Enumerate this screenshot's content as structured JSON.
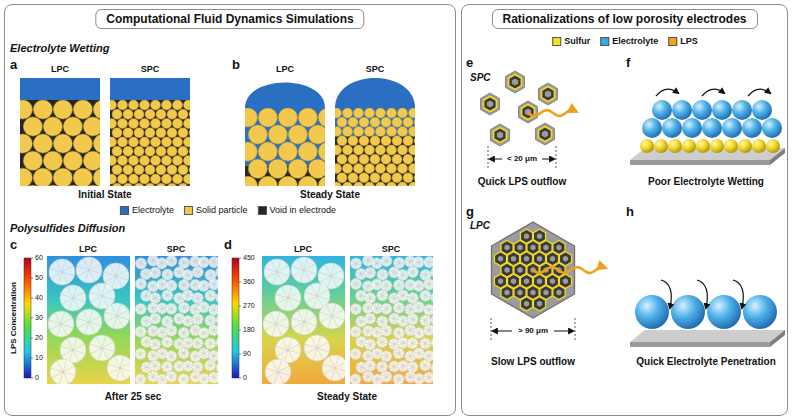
{
  "diagram": {
    "nodes": [
      {
        "text": [
          "Computational Fluid Dynamics Simulations"
        ]
      },
      {
        "text": [
          "Rationalizations of low porosity electrodes"
        ]
      }
    ],
    "labels": [
      "Electrolyte Wetting",
      "a",
      "LPC",
      "SPC",
      "Initial State",
      "b",
      "LPC",
      "SPC",
      "Steady State",
      "Polysulfides Diffusion",
      "c",
      "LPS Concentration",
      "60",
      "50",
      "40",
      "30",
      "20",
      "10",
      "0",
      "LPC",
      "SPC",
      "After 25 sec",
      "d",
      "450",
      "360",
      "270",
      "180",
      "90",
      "0",
      "LPC",
      "SPC",
      "Steady State",
      "e",
      "SPC",
      "< 20 μm",
      "Quick LPS outflow",
      "f",
      "Poor Electrolyte Wetting",
      "g",
      "LPC",
      "> 90 μm",
      "Slow LPS outflow",
      "h",
      "Quick Electrolyte Penetration"
    ],
    "legend": [
      {
        "text": "Electrolyte",
        "color": "#2a6fc2"
      },
      {
        "text": "Solid particle",
        "color": "#f2c94c"
      },
      {
        "text": "Void in electrode",
        "color": "#262626"
      },
      {
        "text": "Sulfur",
        "color": "#f2e227"
      },
      {
        "text": "Electrolyte",
        "color": "#3aa6e6"
      },
      {
        "text": "LPS",
        "color": "#f0a020"
      }
    ]
  }
}
